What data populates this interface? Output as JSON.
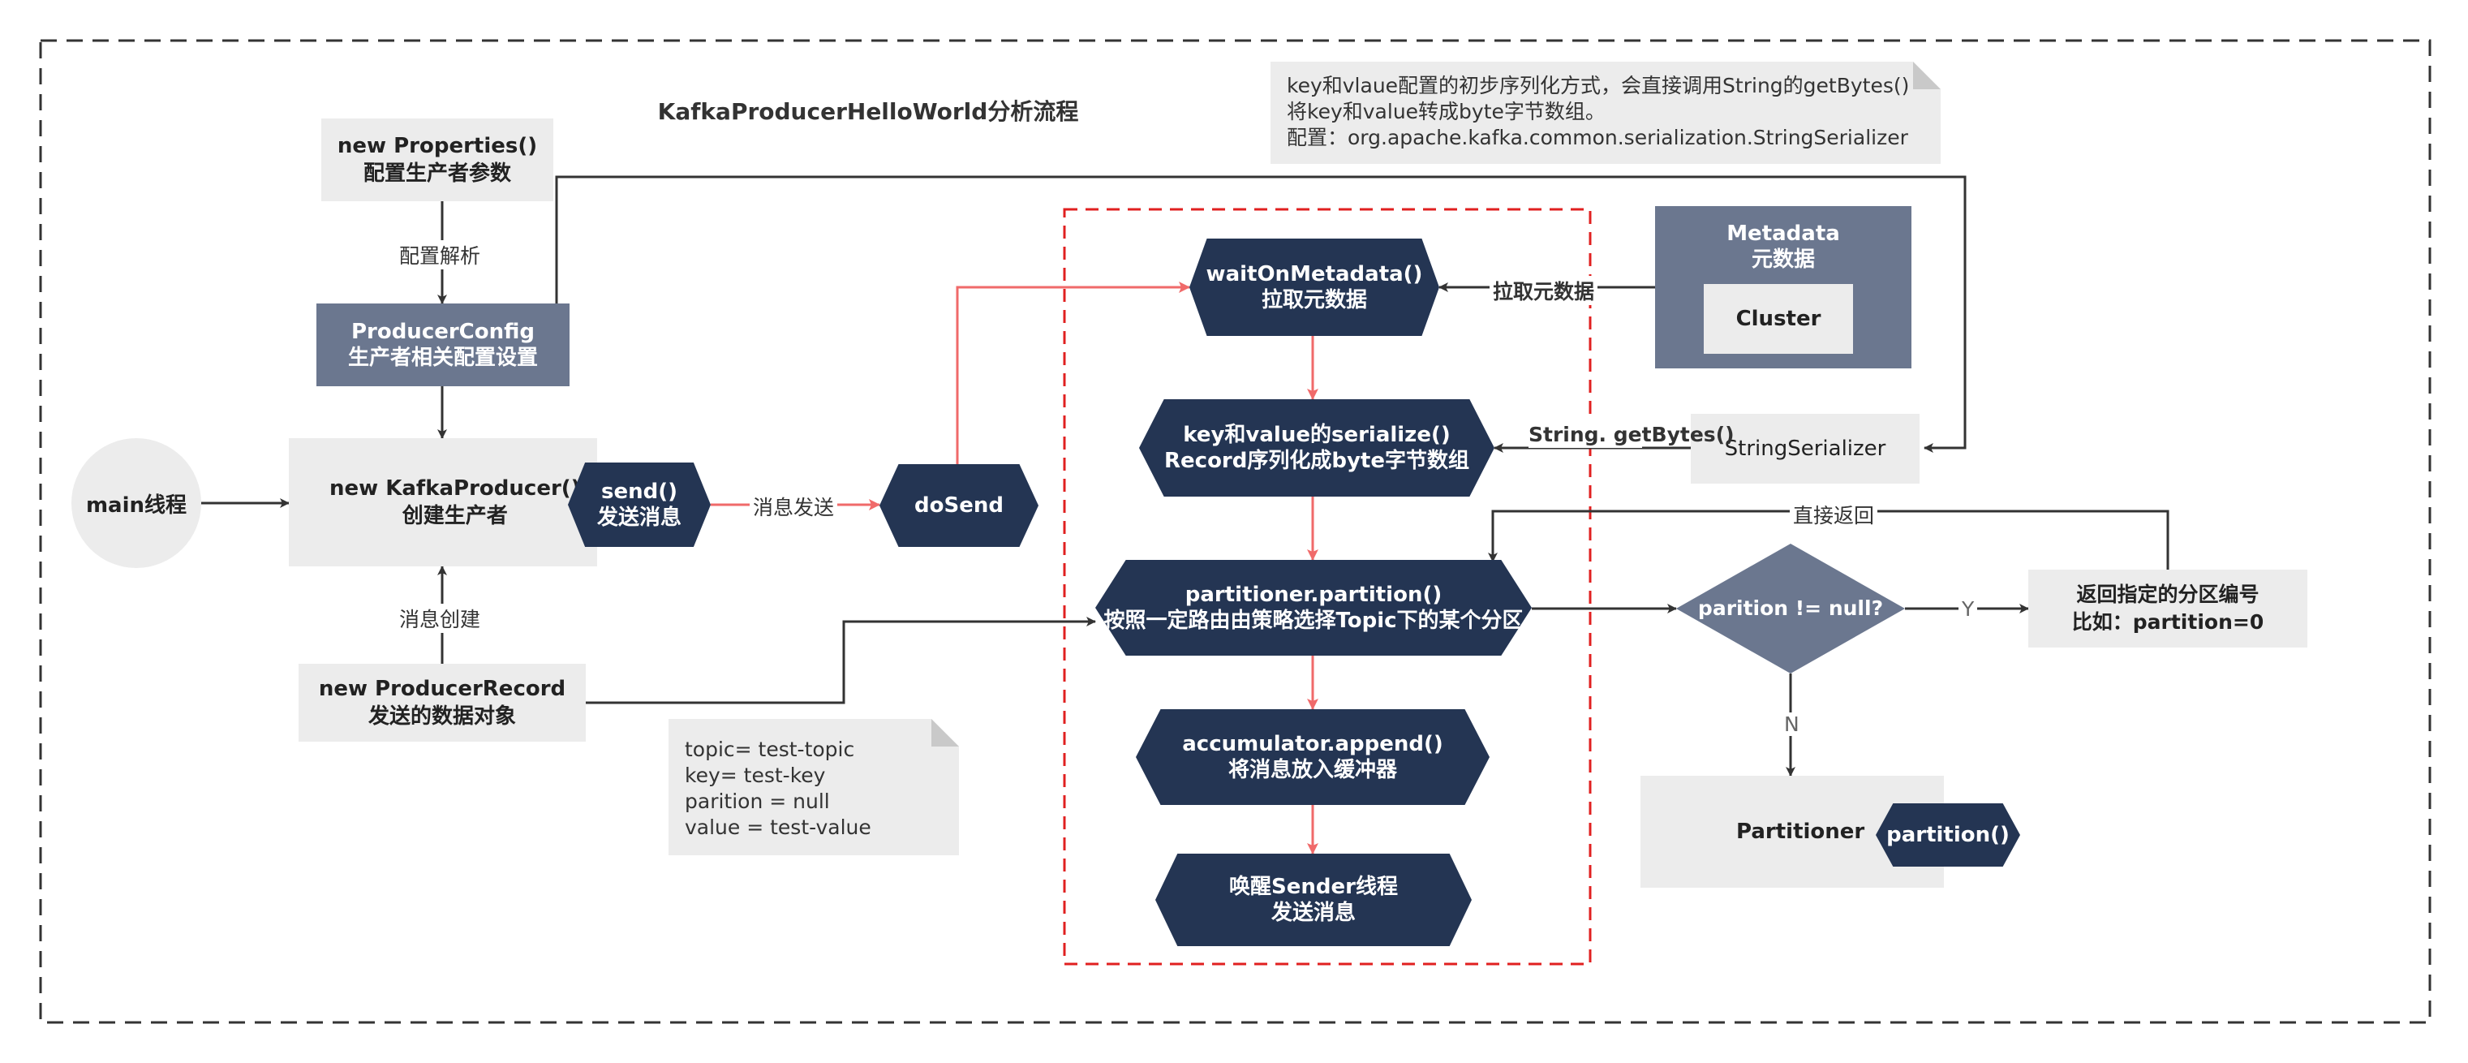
{
  "title": "KafkaProducerHelloWorld分析流程",
  "nodes": {
    "main_thread": "main线程",
    "properties": "new Properties()\n配置生产者参数",
    "producer_config": "ProducerConfig\n生产者相关配置设置",
    "kafka_producer": "new KafkaProducer()\n创建生产者",
    "send": "send()\n发送消息",
    "do_send": "doSend",
    "producer_record": "new ProducerRecord\n发送的数据对象",
    "wait_on_metadata": "waitOnMetadata()\n拉取元数据",
    "serialize": "key和value的serialize()\nRecord序列化成byte字节数组",
    "partition": "partitioner.partition()\n按照一定路由由策略选择Topic下的某个分区",
    "accumulator": "accumulator.append()\n将消息放入缓冲器",
    "sender": "唤醒Sender线程\n发送消息",
    "metadata": "Metadata\n元数据",
    "cluster": "Cluster",
    "string_serializer": "StringSerializer",
    "decision": "parition != null?",
    "return_partition": "返回指定的分区编号\n比如：partition=0",
    "partitioner": "Partitioner",
    "partition_method": "partition()"
  },
  "edge_labels": {
    "config_parse": "配置解析",
    "message_create": "消息创建",
    "message_send": "消息发送",
    "fetch_metadata": "拉取元数据",
    "string_getbytes": "String.\ngetBytes()",
    "direct_return": "直接返回",
    "yes": "Y",
    "no": "N"
  },
  "notes": {
    "serializer_note": "key和vlaue配置的初步序列化方式，会直接调用String的getBytes()\n将key和value转成byte字节数组。\n配置：org.apache.kafka.common.serialization.StringSerializer",
    "record_note": "topic= test-topic\nkey= test-key\nparition = null\nvalue = test-value"
  },
  "colors": {
    "dark_node": "#243553",
    "slate_node": "#6b778f",
    "light_box": "#ececec",
    "flow_arrow": "#f06a6a",
    "dashed_group": "#e02020",
    "connector": "#333333"
  }
}
